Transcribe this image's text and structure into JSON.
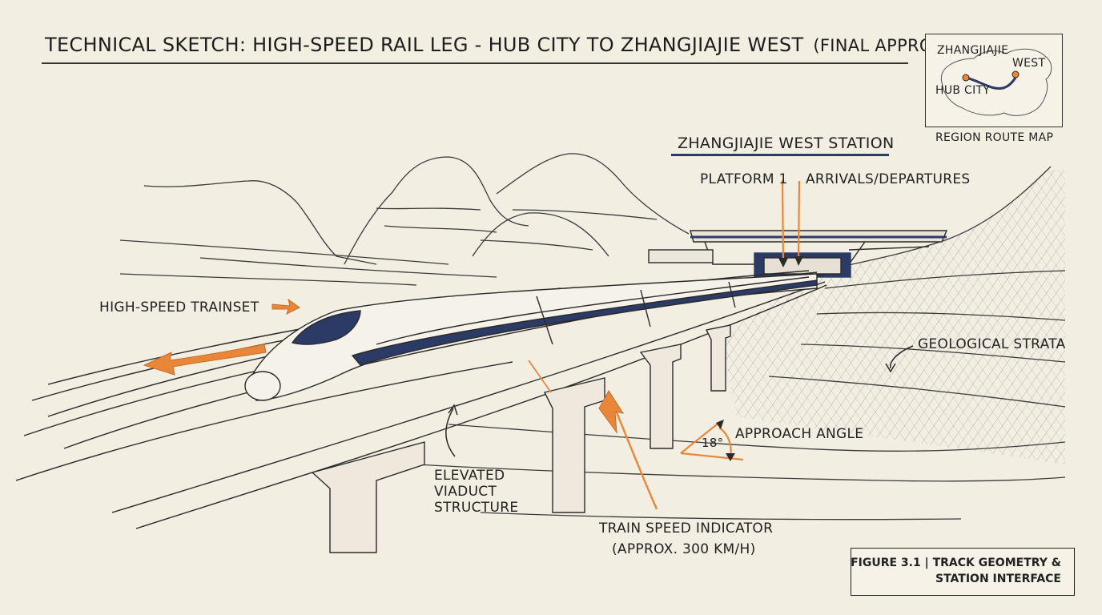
{
  "title": {
    "main": "TECHNICAL SKETCH: HIGH-SPEED RAIL LEG - HUB CITY TO ZHANGJIAJIE WEST",
    "sub": "(FINAL APPROACH)"
  },
  "station": {
    "name": "ZHANGJIAJIE WEST STATION",
    "platform": "PLATFORM 1",
    "arrivals": "ARRIVALS/DEPARTURES"
  },
  "region_map": {
    "caption": "REGION ROUTE MAP",
    "destination_line1": "ZHANGJIAJIE",
    "destination_line2": "WEST",
    "origin": "HUB CITY"
  },
  "annotations": {
    "trainset": "HIGH-SPEED TRAINSET",
    "strata": "GEOLOGICAL STRATA",
    "angle_label": "APPROACH ANGLE",
    "angle_value": "18°",
    "viaduct_line1": "ELEVATED",
    "viaduct_line2": "VIADUCT",
    "viaduct_line3": "STRUCTURE",
    "speed_line1": "TRAIN SPEED INDICATOR",
    "speed_line2": "(APPROX. 300 KM/H)"
  },
  "figure": {
    "line1": "FIGURE 3.1 | TRACK GEOMETRY &",
    "line2": "STATION INTERFACE"
  },
  "colors": {
    "accent_orange": "#e8873a",
    "navy": "#2c3a66",
    "ink": "#2a2a2a",
    "paper": "#f3eee2"
  }
}
